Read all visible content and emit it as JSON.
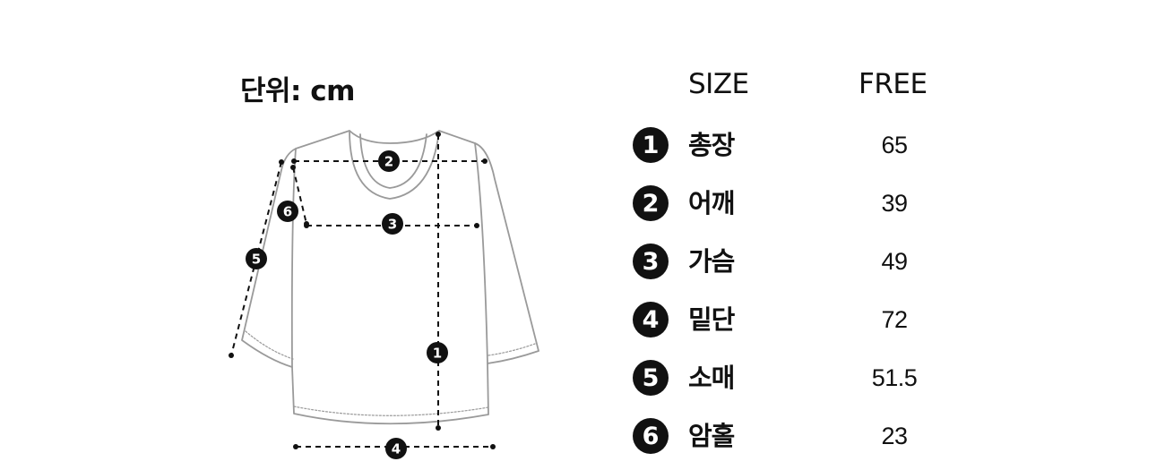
{
  "unit_label": "단위: cm",
  "table": {
    "size_header": "SIZE",
    "free_header": "FREE",
    "rows": [
      {
        "num": "1",
        "label": "총장",
        "value": "65"
      },
      {
        "num": "2",
        "label": "어깨",
        "value": "39"
      },
      {
        "num": "3",
        "label": "가슴",
        "value": "49"
      },
      {
        "num": "4",
        "label": "밑단",
        "value": "72"
      },
      {
        "num": "5",
        "label": "소매",
        "value": "51.5"
      },
      {
        "num": "6",
        "label": "암홀",
        "value": "23"
      }
    ]
  },
  "diagram": {
    "markers": [
      "1",
      "2",
      "3",
      "4",
      "5",
      "6"
    ]
  }
}
